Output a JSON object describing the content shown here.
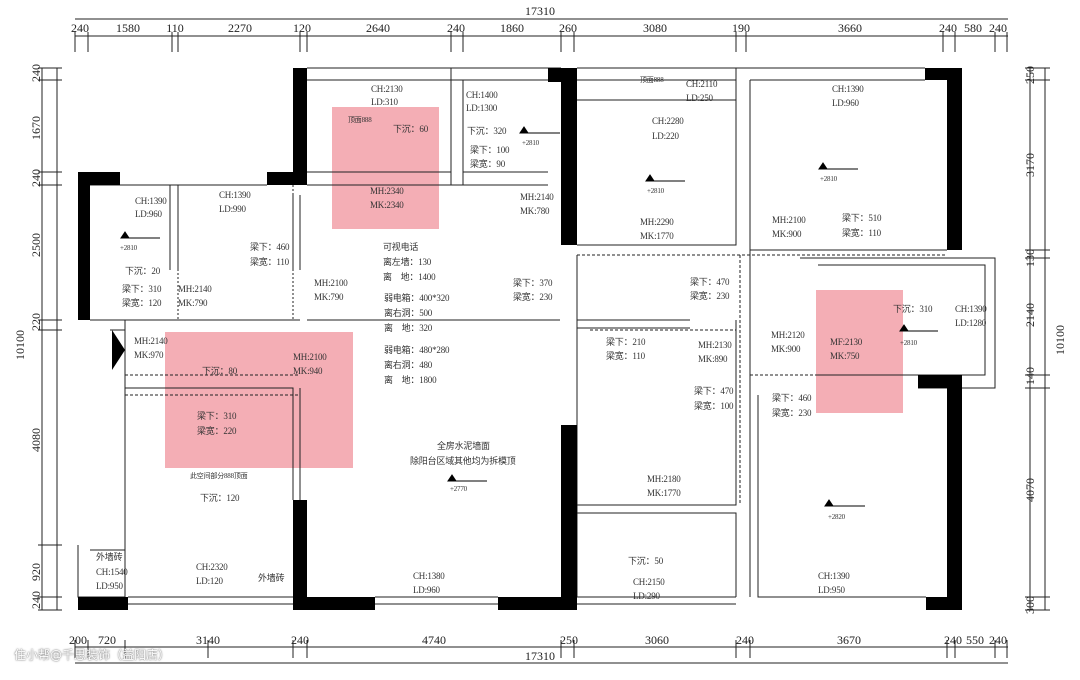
{
  "overall_width": "17310",
  "overall_height": "10100",
  "dims": {
    "top": [
      "240",
      "1580",
      "110",
      "2270",
      "120",
      "2640",
      "240",
      "1860",
      "260",
      "3080",
      "190",
      "3660",
      "240",
      "580",
      "240"
    ],
    "bottom": [
      "200",
      "720",
      "3140",
      "240",
      "4740",
      "250",
      "3060",
      "240",
      "3670",
      "240",
      "550",
      "240"
    ],
    "left": [
      "240",
      "1670",
      "240",
      "2500",
      "220",
      "4080",
      "920",
      "240"
    ],
    "right": [
      "250",
      "3170",
      "130",
      "2140",
      "140",
      "4070",
      "300"
    ]
  },
  "annotations": [
    "CH:2130",
    "LD:310",
    "顶面888",
    "下沉：60",
    "MH:2340",
    "MK:2340",
    "CH:1400",
    "LD:1300",
    "下沉：320",
    "梁下：100",
    "梁宽：90",
    "+2810",
    "顶面888",
    "CH:2110",
    "LD:250",
    "CH:2280",
    "LD:220",
    "+2810",
    "CH:1390",
    "LD:960",
    "+2810",
    "MH:2290",
    "MK:1770",
    "MH:2100",
    "MK:900",
    "梁下：510",
    "梁宽：110",
    "MH:2140",
    "MK:780",
    "CH:1390",
    "LD:960",
    "CH:1390",
    "LD:990",
    "+2810",
    "下沉：20",
    "梁下：310",
    "梁宽：120",
    "MH:2140",
    "MK:790",
    "梁下：460",
    "梁宽：110",
    "MH:2100",
    "MK:790",
    "可视电话",
    "离左墙：130",
    "离　地：1400",
    "弱电箱：400*320",
    "离右洞：500",
    "离　地：320",
    "弱电箱：480*280",
    "离右洞：480",
    "离　地：1800",
    "梁下：370",
    "梁宽：230",
    "MH:2140",
    "MK:970",
    "下沉：80",
    "MH:2100",
    "MK:940",
    "梁下：310",
    "梁宽：220",
    "此空间部分888顶面",
    "下沉：120",
    "全房水泥墙面",
    "除阳台区域其他均为拆模顶",
    "+2770",
    "外墙砖",
    "CH:1540",
    "LD:950",
    "CH:2320",
    "LD:120",
    "外墙砖",
    "CH:1380",
    "LD:960",
    "梁下：470",
    "梁宽：230",
    "梁下：210",
    "梁宽：110",
    "MH:2130",
    "MK:890",
    "MH:2120",
    "MK:900",
    "MF:2130",
    "MK:750",
    "下沉：310",
    "CH:1390",
    "LD:1280",
    "+2810",
    "梁下：470",
    "梁宽：100",
    "梁下：460",
    "梁宽：230",
    "MH:2180",
    "MK:1770",
    "+2820",
    "下沉：50",
    "CH:2150",
    "LD:290",
    "CH:1390",
    "LD:950"
  ],
  "watermark": "住小帮@千思装饰（益阳店）",
  "colors": {
    "highlight": "#f19aa3",
    "wall": "#000000"
  }
}
